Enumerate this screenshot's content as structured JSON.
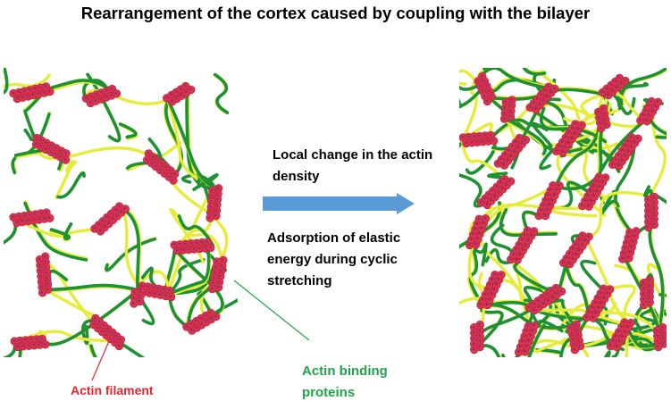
{
  "title": "Rearrangement of the cortex caused by coupling with the bilayer",
  "captions": {
    "change": "Local change in the actin density",
    "adsorption": "Adsorption of elastic energy during cyclic stretching"
  },
  "labels": {
    "filament": "Actin filament",
    "binding": "Actin binding proteins"
  },
  "colors": {
    "filament_fill": "#d9344b",
    "filament_dot": "#7a2c8c",
    "linker_green": "#1e9132",
    "linker_yellow": "#e6ec3a",
    "arrow": "#5b9bd5",
    "filament_label": "#e8242c",
    "binding_label": "#22a34a",
    "pointer_filament": "#e8242c",
    "pointer_binding": "#27a84a"
  }
}
